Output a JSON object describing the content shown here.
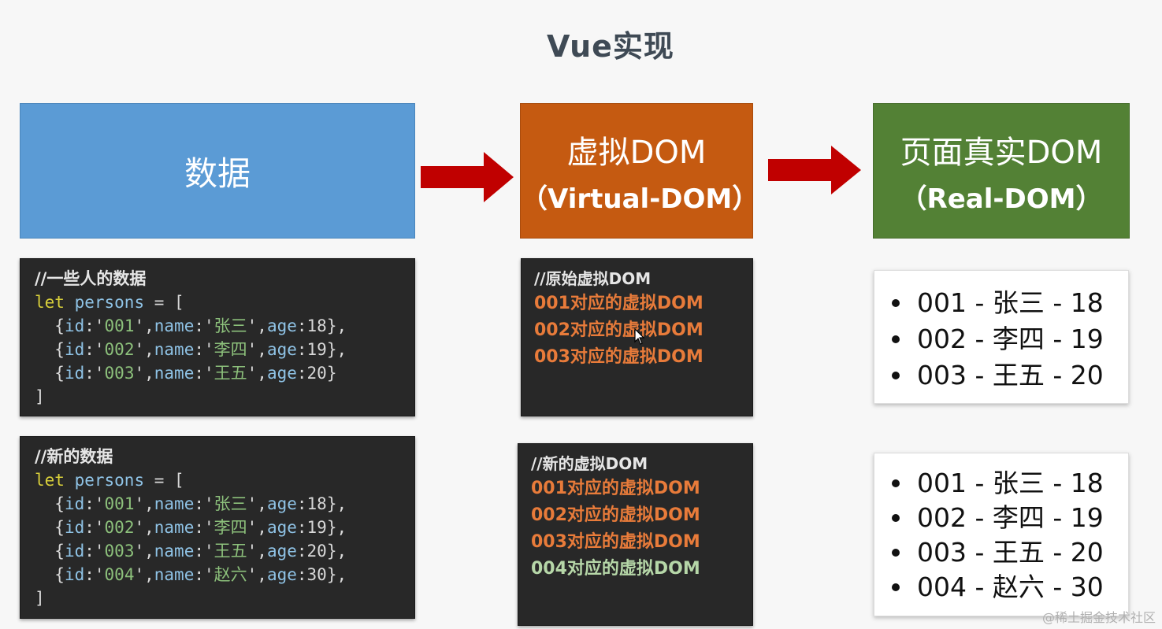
{
  "title": "Vue实现",
  "boxes": {
    "data": {
      "line1": "数据"
    },
    "vdom": {
      "line1": "虚拟DOM",
      "line2": "（Virtual-DOM）"
    },
    "real": {
      "line1": "页面真实DOM",
      "line2": "（Real-DOM）"
    }
  },
  "colors": {
    "data_box": "#5b9bd5",
    "vdom_box": "#c55a11",
    "real_box": "#538135",
    "arrow": "#c00000",
    "vdom_item": "#e87b3a",
    "vdom_new_item": "#b6d7a8"
  },
  "code_old": {
    "comment": "//一些人的数据",
    "kw": "let",
    "var": "persons",
    "open": " = [",
    "rows": [
      {
        "id": "001",
        "name": "张三",
        "age": "18",
        "sep": ""
      },
      {
        "id": "002",
        "name": "李四",
        "age": "19",
        "sep": ""
      },
      {
        "id": "003",
        "name": "王五",
        "age": "20",
        "sep": ""
      }
    ],
    "close": "]"
  },
  "code_new": {
    "comment": "//新的数据",
    "kw": "let",
    "var": "persons",
    "open": " = [",
    "rows": [
      {
        "id": "001",
        "name": "张三",
        "age": "18"
      },
      {
        "id": "002",
        "name": "李四",
        "age": "19"
      },
      {
        "id": "003",
        "name": "王五",
        "age": "20"
      },
      {
        "id": "004",
        "name": "赵六",
        "age": "30"
      }
    ],
    "close": "]"
  },
  "vdom_old": {
    "comment": "//原始虚拟DOM",
    "items": [
      "001对应的虚拟DOM",
      "002对应的虚拟DOM",
      "003对应的虚拟DOM"
    ]
  },
  "vdom_new": {
    "comment": "//新的虚拟DOM",
    "items": [
      "001对应的虚拟DOM",
      "002对应的虚拟DOM",
      "003对应的虚拟DOM",
      "004对应的虚拟DOM"
    ]
  },
  "real_old": {
    "items": [
      "001 - 张三 - 18",
      "002 - 李四 - 19",
      "003 - 王五 - 20"
    ]
  },
  "real_new": {
    "items": [
      "001 - 张三 - 18",
      "002 - 李四 - 19",
      "003 - 王五 - 20",
      "004 - 赵六 - 30"
    ]
  },
  "watermark": "@稀土掘金技术社区"
}
